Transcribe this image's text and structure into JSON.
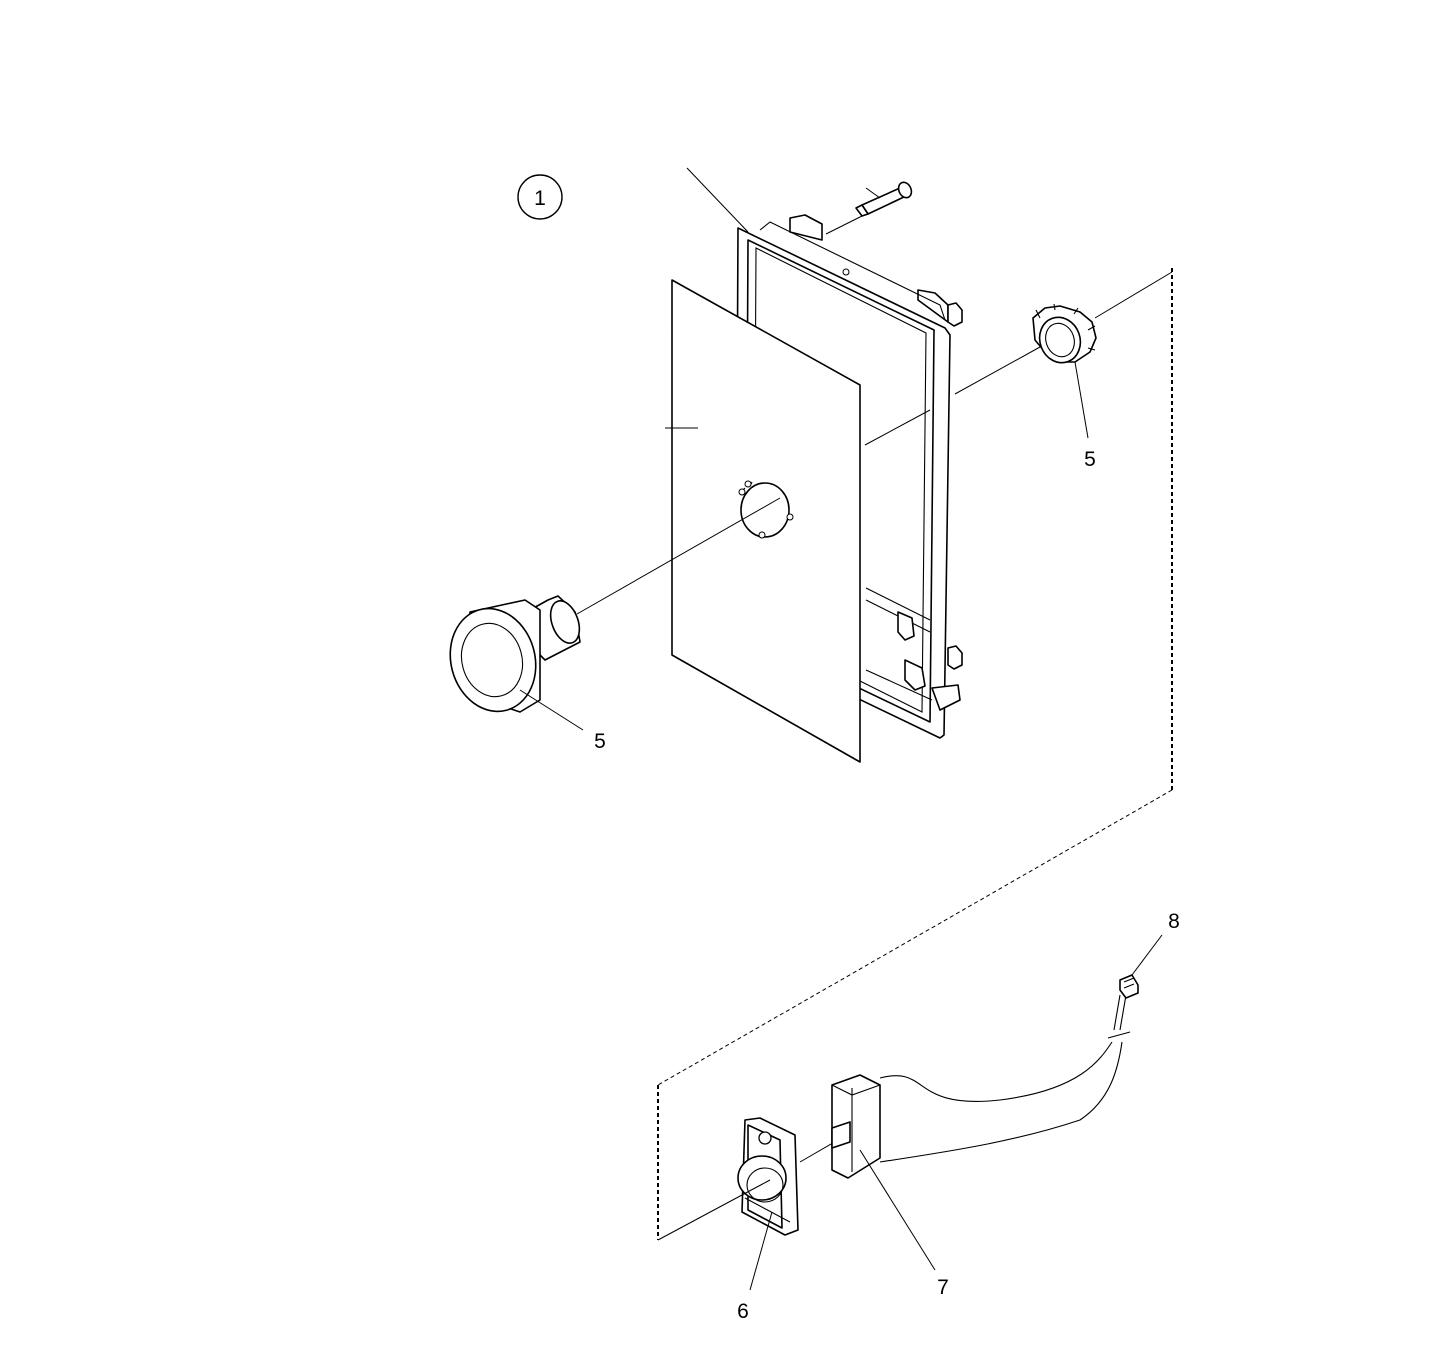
{
  "diagram": {
    "step_marker": "1",
    "callouts": {
      "knob_ring": "5",
      "knob_button": "5",
      "contact_holder": "6",
      "contact_block": "7",
      "connector": "8"
    }
  }
}
